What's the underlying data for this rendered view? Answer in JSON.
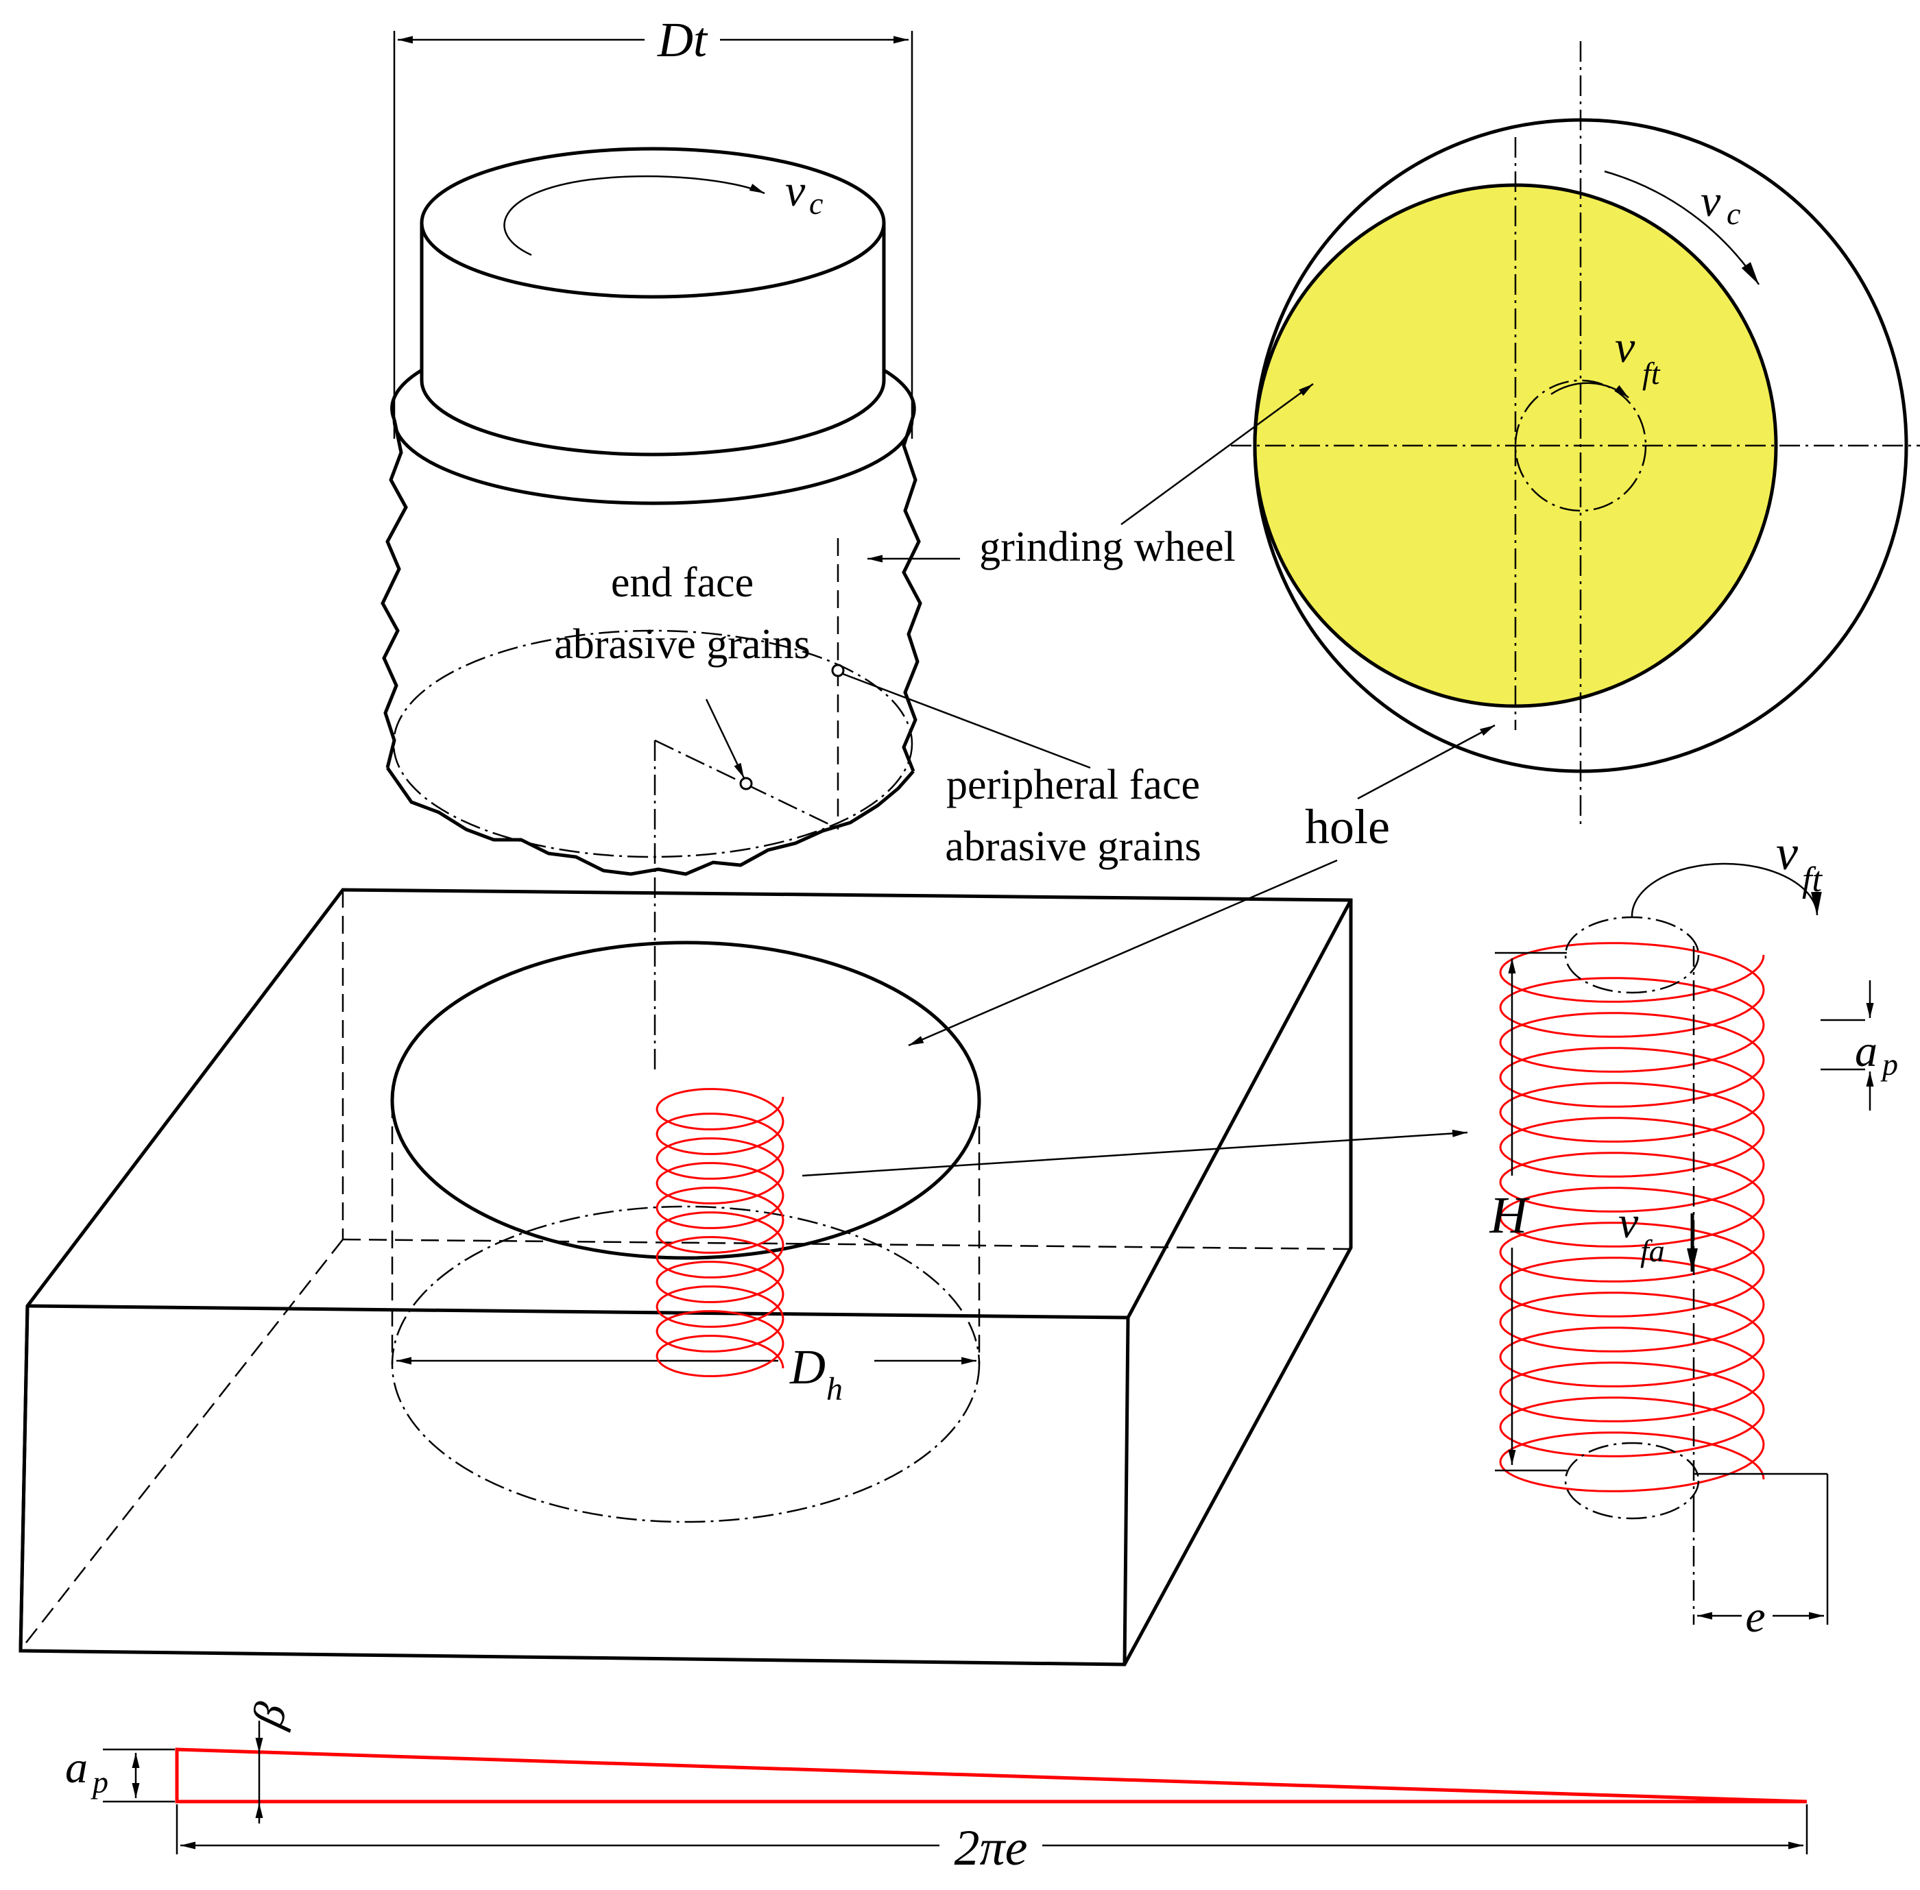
{
  "labels": {
    "dt": "Dt",
    "vc_main": "v",
    "vc_main_sub": "c",
    "vc_top": "v",
    "vc_top_sub": "c",
    "vft_top": "v",
    "vft_top_sub": "ft",
    "grinding_wheel": "grinding wheel",
    "end_face_1": "end face",
    "end_face_2": "abrasive grains",
    "peripheral_1": "peripheral face",
    "peripheral_2": "abrasive grains",
    "hole": "hole",
    "dh": "D",
    "dh_sub": "h",
    "vft_helix": "v",
    "vft_helix_sub": "ft",
    "ap_helix": "a",
    "ap_helix_sub": "p",
    "h": "H",
    "vfa": "v",
    "vfa_sub": "fa",
    "e": "e",
    "ap_bottom": "a",
    "ap_bottom_sub": "p",
    "beta": "β",
    "two_pi_e": "2πe"
  },
  "colors": {
    "wheel_fill": "#f2ee55",
    "helix": "#ff0000",
    "line": "#000000"
  }
}
